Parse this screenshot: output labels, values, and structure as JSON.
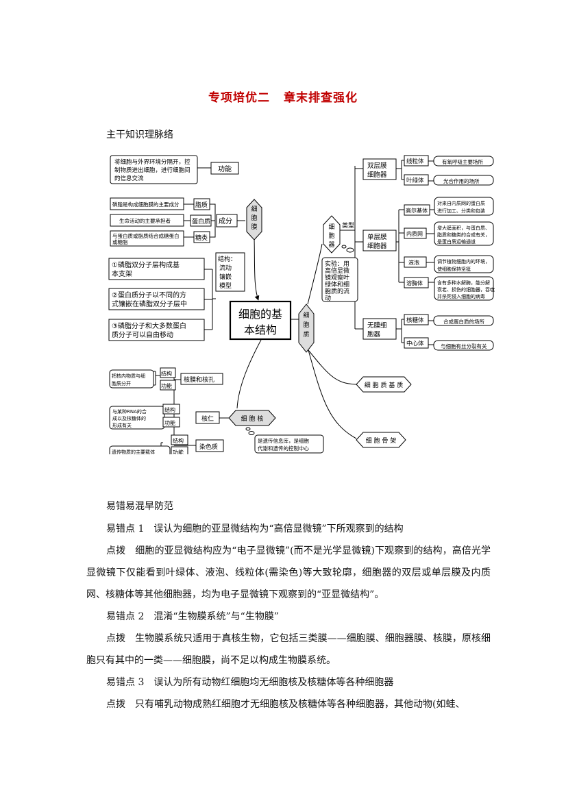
{
  "title": {
    "part1": "专项培优二",
    "part2": "章末排查强化"
  },
  "sections": {
    "knowledge_map": "主干知识理脉络",
    "errors": "易错易混早防范"
  },
  "map": {
    "center": "细胞的基本结构",
    "center_line1": "细胞的基",
    "center_line2": "本结构",
    "membrane": {
      "hex": "细胞膜",
      "function_box": "将细胞与外界环境分隔开，控制物质进出细胞，进行细胞间的信息交流",
      "function_box_l1": "将细胞与外界环境分隔开，控",
      "function_box_l2": "制物质进出细胞，进行细胞间",
      "function_box_l3": "的信息交流",
      "function_label": "功能",
      "composition_label": "成分",
      "lipid": "脂质",
      "protein": "蛋白质",
      "sugar": "糖类",
      "lipid_desc": "磷脂是构成细胞膜的主要成分",
      "protein_desc": "生命活动的主要承担者",
      "sugar_desc_l1": "与蛋白质或脂质结合成糖蛋白",
      "sugar_desc_l2": "或糖脂",
      "structure_l1": "结构：",
      "structure_l2": "流动",
      "structure_l3": "镶嵌",
      "structure_l4": "模型",
      "point1_l1": "①磷脂双分子层构成基",
      "point1_l2": "本支架",
      "point2_l1": "②蛋白质分子以不同的方",
      "point2_l2": "式镶嵌在磷脂双分子层中",
      "point3_l1": "③磷脂分子和大多数蛋白",
      "point3_l2": "质分子可以自由移动"
    },
    "organelle": {
      "hex": "细胞器",
      "type_label": "类型",
      "experiment_l1": "实验：用",
      "experiment_l2": "高倍显微",
      "experiment_l3": "镜观察叶",
      "experiment_l4": "绿体和细",
      "experiment_l5": "胞质的流",
      "experiment_l6": "动",
      "double": "双层膜细胞器",
      "double_l1": "双层膜",
      "double_l2": "细胞器",
      "mito": "线粒体",
      "mito_desc": "有氧呼吸主要场所",
      "chloro": "叶绿体",
      "chloro_desc": "光合作用的场所",
      "single_l1": "单层膜",
      "single_l2": "细胞器",
      "golgi": "高尔基体",
      "golgi_desc_l1": "对来自内质网的蛋白质",
      "golgi_desc_l2": "进行加工、分类和包装",
      "er": "内质网",
      "er_desc_l1": "增大膜面积，与蛋白质、",
      "er_desc_l2": "脂质和糖类的合成有关，",
      "er_desc_l3": "是蛋白质运输通道",
      "vacuole": "液泡",
      "vacuole_desc_l1": "调节植物细胞内的环境，",
      "vacuole_desc_l2": "使细胞保持坚挺",
      "lysosome": "溶酶体",
      "lysosome_desc_l1": "含有多种水解酶，能分解",
      "lysosome_desc_l2": "衰老、损伤的细胞器，吞噬",
      "lysosome_desc_l3": "并杀死侵入细胞的病毒",
      "none_l1": "无膜细",
      "none_l2": "胞器",
      "ribosome": "核糖体",
      "ribosome_desc": "合成蛋白质的场所",
      "centrosome": "中心体",
      "centrosome_desc": "与细胞有丝分裂有关"
    },
    "cytoplasm_matrix": "细 胞 质 基 质",
    "cytoskeleton": "细 胞 骨 架",
    "nucleus": {
      "hex": "细 胞 核",
      "structure": "结构",
      "function": "功能",
      "envelope": "核膜和核孔",
      "envelope_desc_l1": "把核内物质与细",
      "envelope_desc_l2": "胞质分开",
      "nucleolus": "核仁",
      "nucleolus_desc_l1": "与某种RNA的合",
      "nucleolus_desc_l2": "成以及核糖体的",
      "nucleolus_desc_l3": "形成有关",
      "chromatin": "染色质",
      "chromatin_desc": "遗传物质的主要载体",
      "nucleus_desc_l1": "是遗传信息库，是细胞",
      "nucleus_desc_l2": "代谢和遗传的控制中心"
    }
  },
  "errors": [
    {
      "label": "易错点 1",
      "text": "误认为细胞的亚显微结构为“高倍显微镜”下所观察到的结构",
      "tip_label": "点拨",
      "tip": "细胞的亚显微结构应为“电子显微镜”(而不是光学显微镜)下观察到的结构，高倍光学显微镜下仅能看到叶绿体、液泡、线粒体(需染色)等大致轮廓，细胞器的双层或单层膜及内质网、核糖体等其他细胞器，均为电子显微镜下观察到的“亚显微结构”。"
    },
    {
      "label": "易错点 2",
      "text": "混淆“生物膜系统”与“生物膜”",
      "tip_label": "点拨",
      "tip": "生物膜系统只适用于真核生物，它包括三类膜——细胞膜、细胞器膜、核膜，原核细胞只有其中的一类——细胞膜，尚不足以构成生物膜系统。"
    },
    {
      "label": "易错点 3",
      "text": "误认为所有动物红细胞均无细胞核及核糖体等各种细胞器",
      "tip_label": "点拨",
      "tip": "只有哺乳动物成熟红细胞才无细胞核及核糖体等各种细胞器，其他动物(如蛙、"
    }
  ]
}
